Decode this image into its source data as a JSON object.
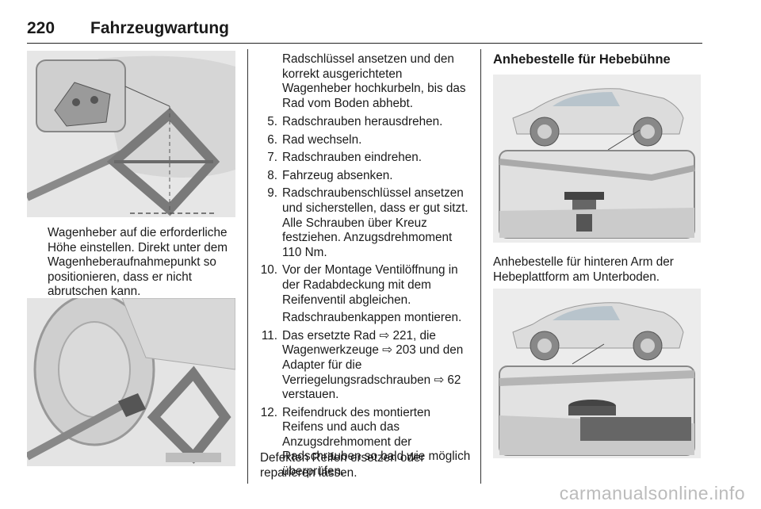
{
  "header": {
    "page_number": "220",
    "chapter_title": "Fahrzeugwartung"
  },
  "col1": {
    "paragraph": "Wagenheber auf die erforderliche Höhe einstellen. Direkt unter dem Wagenheberaufnahmepunkt so positionieren, dass er nicht abrutschen kann."
  },
  "col2": {
    "intro": "Radschlüssel ansetzen und den korrekt ausgerichteten Wagenheber hochkurbeln, bis das Rad vom Boden abhebt.",
    "steps": [
      {
        "num": "5.",
        "text": "Radschrauben herausdrehen."
      },
      {
        "num": "6.",
        "text": "Rad wechseln."
      },
      {
        "num": "7.",
        "text": "Radschrauben eindrehen."
      },
      {
        "num": "8.",
        "text": "Fahrzeug absenken."
      },
      {
        "num": "9.",
        "text": "Radschraubenschlüssel ansetzen und sicherstellen, dass er gut sitzt. Alle Schrauben über Kreuz festziehen. Anzugsdrehmoment 110 Nm."
      },
      {
        "num": "10.",
        "text": "Vor der Montage Ventilöffnung in der Radabdeckung mit dem Reifenventil abgleichen."
      },
      {
        "num": "11.",
        "text": "Das ersetzte Rad ⇨ 221, die Wagenwerkzeuge ⇨ 203 und den Adapter für die Verriegelungsradschrauben ⇨ 62 verstauen."
      },
      {
        "num": "12.",
        "text": "Reifendruck des montierten Reifens und auch das Anzugsdrehmoment der Radschrauben so bald wie möglich überprüfen."
      }
    ],
    "step10_note": "Radschraubenkappen montieren.",
    "closing": "Defekten Reifen ersetzen oder reparieren lassen."
  },
  "col3": {
    "title": "Anhebestelle für Hebebühne",
    "caption": "Anhebestelle für hinteren Arm der Hebeplattform am Unterboden."
  },
  "footer": {
    "watermark": "carmanualsonline.info"
  }
}
